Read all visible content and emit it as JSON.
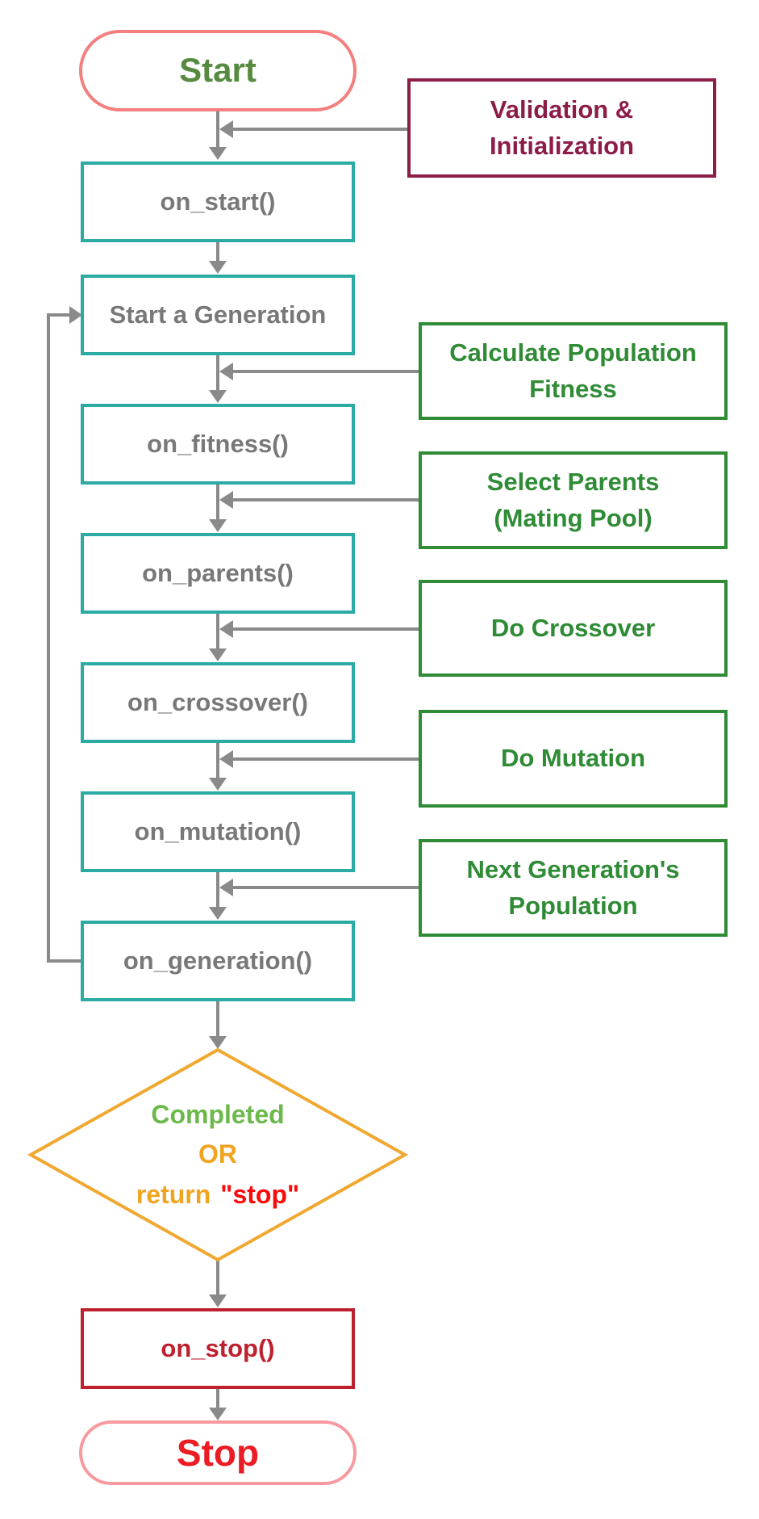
{
  "flow": {
    "start": "Start",
    "on_start": "on_start()",
    "start_generation": "Start a Generation",
    "on_fitness": "on_fitness()",
    "on_parents": "on_parents()",
    "on_crossover": "on_crossover()",
    "on_mutation": "on_mutation()",
    "on_generation": "on_generation()",
    "on_stop": "on_stop()",
    "stop": "Stop"
  },
  "decision": {
    "line1": "Completed",
    "line2": "OR",
    "line3_prefix": "return",
    "line3_quoted": "\"stop\""
  },
  "annotations": {
    "validation": {
      "line1": "Validation &",
      "line2": "Initialization"
    },
    "fitness": {
      "line1": "Calculate Population",
      "line2": "Fitness"
    },
    "parents": {
      "line1": "Select Parents",
      "line2": "(Mating Pool)"
    },
    "crossover": {
      "line1": "Do Crossover"
    },
    "mutation": {
      "line1": "Do Mutation"
    },
    "next_generation": {
      "line1": "Next Generation's",
      "line2": "Population"
    }
  },
  "colors": {
    "flow_border_teal": "#2BABA4",
    "flow_text_gray": "#787878",
    "connector_gray": "#8A8A8A",
    "start_border_salmon": "#F47F7F",
    "start_text_green": "#568A3F",
    "annotation_maroon": "#8C1D49",
    "annotation_green": "#2F8B35",
    "decision_border_amber": "#F0A830",
    "decision_completed_green": "#6CB94B",
    "decision_or_amber": "#F0A420",
    "decision_stop_red": "#FA0A0A",
    "on_stop_crimson": "#BE202E",
    "stop_border_pink": "#F7999E",
    "stop_text_red": "#EC1C24"
  }
}
